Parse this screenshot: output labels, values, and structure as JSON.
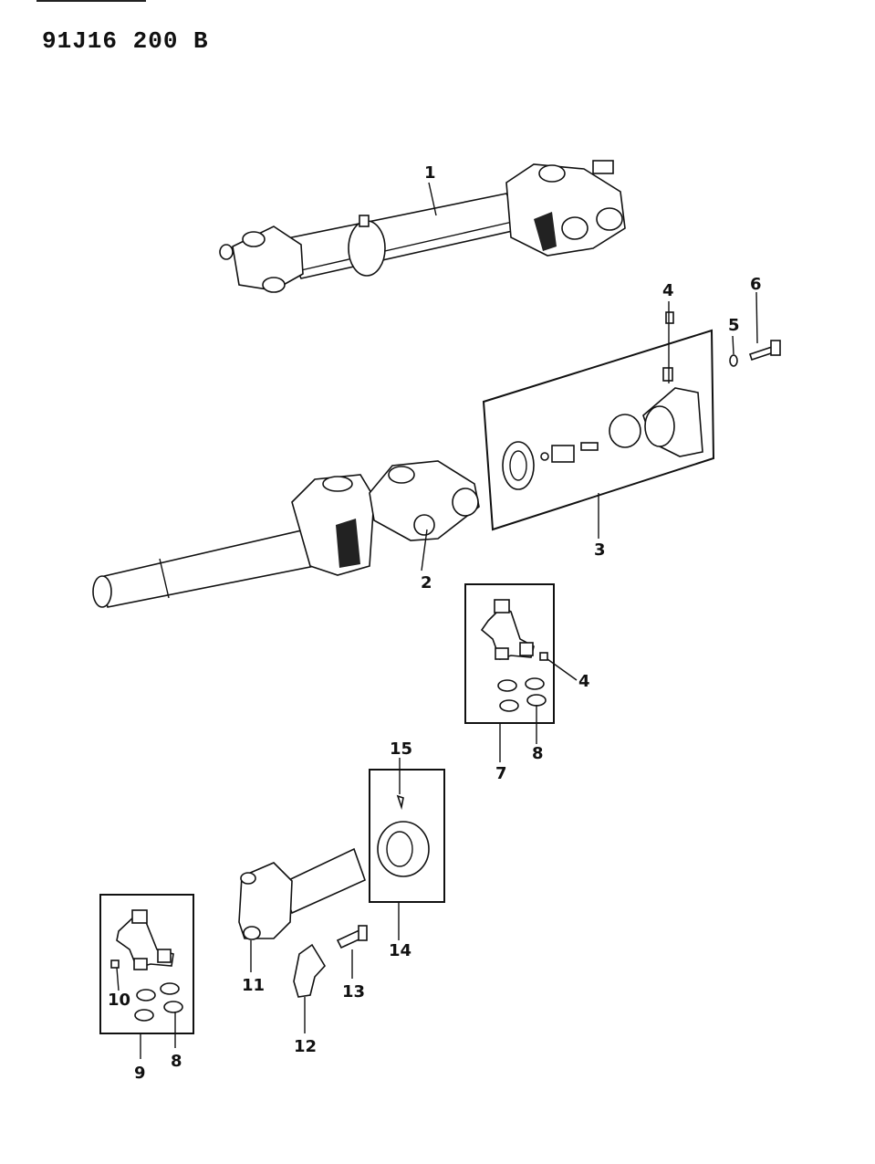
{
  "header": {
    "code": "91J16 200 B"
  },
  "callouts": [
    {
      "id": "1",
      "label": "1"
    },
    {
      "id": "2",
      "label": "2"
    },
    {
      "id": "3",
      "label": "3"
    },
    {
      "id": "4a",
      "label": "4"
    },
    {
      "id": "4b",
      "label": "4"
    },
    {
      "id": "5",
      "label": "5"
    },
    {
      "id": "6",
      "label": "6"
    },
    {
      "id": "7",
      "label": "7"
    },
    {
      "id": "8a",
      "label": "8"
    },
    {
      "id": "8b",
      "label": "8"
    },
    {
      "id": "9",
      "label": "9"
    },
    {
      "id": "10",
      "label": "10"
    },
    {
      "id": "11",
      "label": "11"
    },
    {
      "id": "12",
      "label": "12"
    },
    {
      "id": "13",
      "label": "13"
    },
    {
      "id": "14",
      "label": "14"
    },
    {
      "id": "15",
      "label": "15"
    }
  ]
}
